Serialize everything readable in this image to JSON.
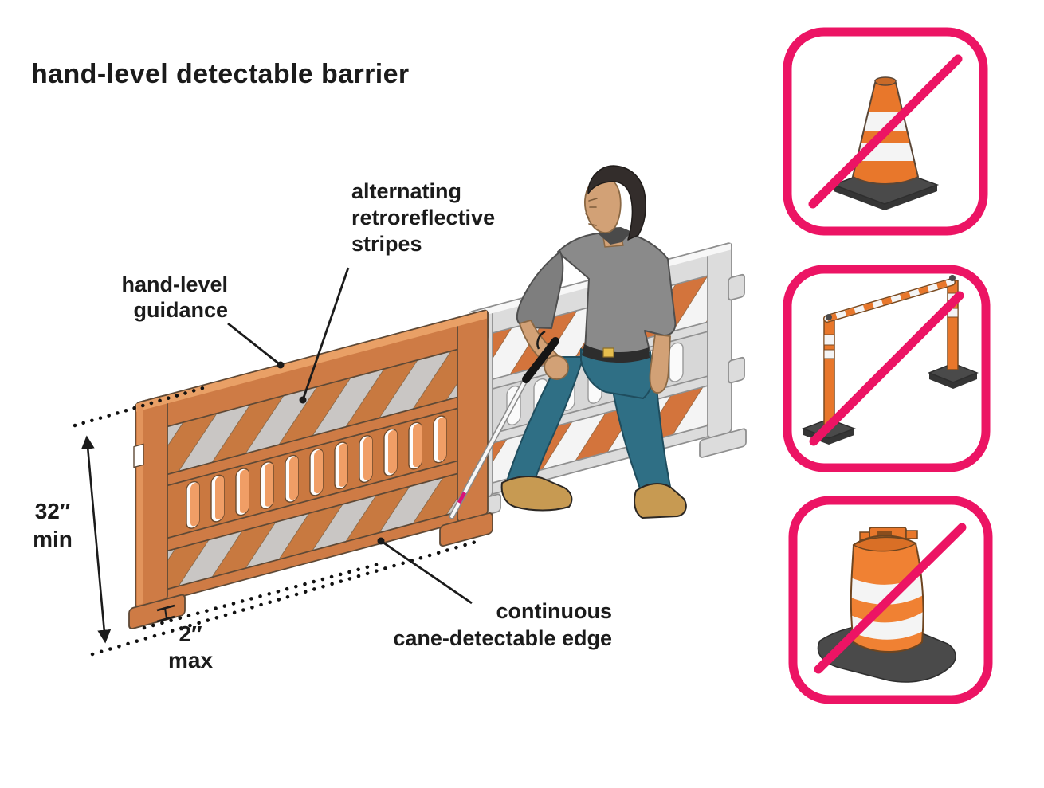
{
  "title": "hand-level detectable barrier",
  "annotations": {
    "retroreflective": {
      "line1": "alternating",
      "line2": "retroreflective",
      "line3": "stripes"
    },
    "guidance": {
      "line1": "hand-level",
      "line2": "guidance"
    },
    "min_height": {
      "value": "32″",
      "qualifier": "min"
    },
    "max_gap": {
      "value": "2″",
      "qualifier": "max"
    },
    "cane_edge": {
      "line1": "continuous",
      "line2": "cane-detectable edge"
    }
  },
  "prohibited_items": [
    {
      "icon": "traffic-cone-icon",
      "meaning": "traffic cone not allowed"
    },
    {
      "icon": "delineator-posts-crossbar-icon",
      "meaning": "delineator posts with crossbar not allowed"
    },
    {
      "icon": "traffic-drum-icon",
      "meaning": "traffic drum not allowed"
    }
  ],
  "colors": {
    "prohibition_pink": "#EC1464",
    "ink": "#1b1b1b",
    "barrier_orange": "#CE7B45",
    "barrier_orange_light": "#F09E66",
    "barrier_orange_top": "#E9A066",
    "stripe_gray": "#C9C6C4",
    "gray_barrier": "#DCDCDC",
    "stripe_orange": "#D3743C",
    "shirt_gray": "#8A8A8A",
    "pants_teal": "#2F6F85",
    "skin": "#D2A176",
    "cane_magenta": "#D8127A"
  }
}
